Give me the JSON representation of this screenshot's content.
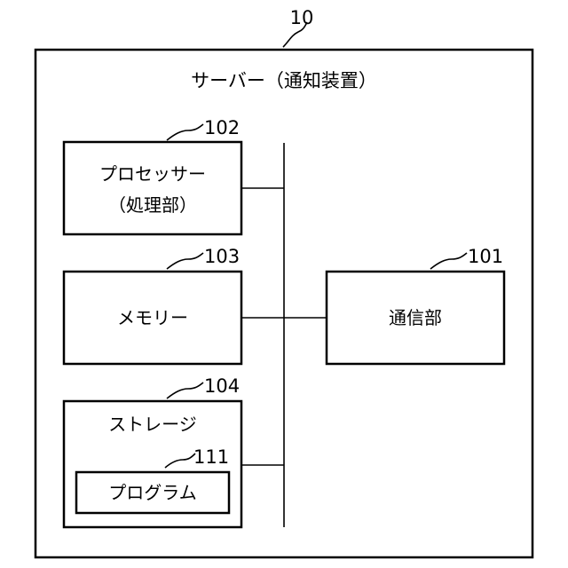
{
  "server": {
    "ref": "10",
    "label": "サーバー（通知装置）"
  },
  "processor": {
    "ref": "102",
    "label_line1": "プロセッサー",
    "label_line2": "（処理部）"
  },
  "memory": {
    "ref": "103",
    "label": "メモリー"
  },
  "storage": {
    "ref": "104",
    "label": "ストレージ"
  },
  "program": {
    "ref": "111",
    "label": "プログラム"
  },
  "communication": {
    "ref": "101",
    "label": "通信部"
  }
}
